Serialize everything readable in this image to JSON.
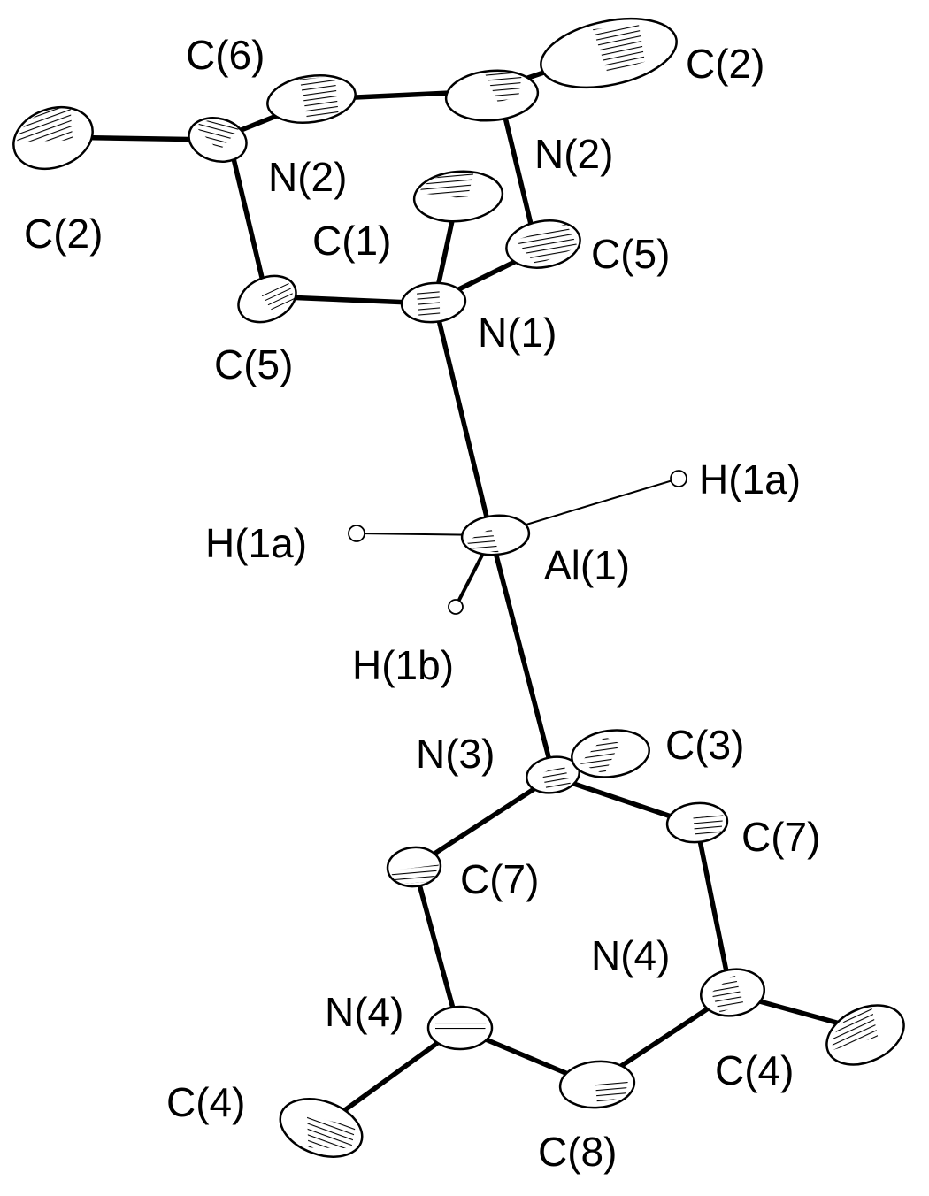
{
  "figure": {
    "labels": [
      {
        "id": "c6_top",
        "text": "C(6)"
      },
      {
        "id": "c2_topright",
        "text": "C(2)"
      },
      {
        "id": "n2_right",
        "text": "N(2)"
      },
      {
        "id": "n2_left",
        "text": "N(2)"
      },
      {
        "id": "c2_left",
        "text": "C(2)"
      },
      {
        "id": "c1",
        "text": "C(1)"
      },
      {
        "id": "c5_right",
        "text": "C(5)"
      },
      {
        "id": "n1",
        "text": "N(1)"
      },
      {
        "id": "c5_left",
        "text": "C(5)"
      },
      {
        "id": "h1a_right",
        "text": "H(1a)"
      },
      {
        "id": "h1a_left",
        "text": "H(1a)"
      },
      {
        "id": "al1",
        "text": "Al(1)"
      },
      {
        "id": "h1b",
        "text": "H(1b)"
      },
      {
        "id": "n3",
        "text": "N(3)"
      },
      {
        "id": "c3",
        "text": "C(3)"
      },
      {
        "id": "c7_right",
        "text": "C(7)"
      },
      {
        "id": "c7_left",
        "text": "C(7)"
      },
      {
        "id": "n4_right",
        "text": "N(4)"
      },
      {
        "id": "n4_left",
        "text": "N(4)"
      },
      {
        "id": "c4_right",
        "text": "C(4)"
      },
      {
        "id": "c4_left",
        "text": "C(4)"
      },
      {
        "id": "c8",
        "text": "C(8)"
      }
    ]
  }
}
